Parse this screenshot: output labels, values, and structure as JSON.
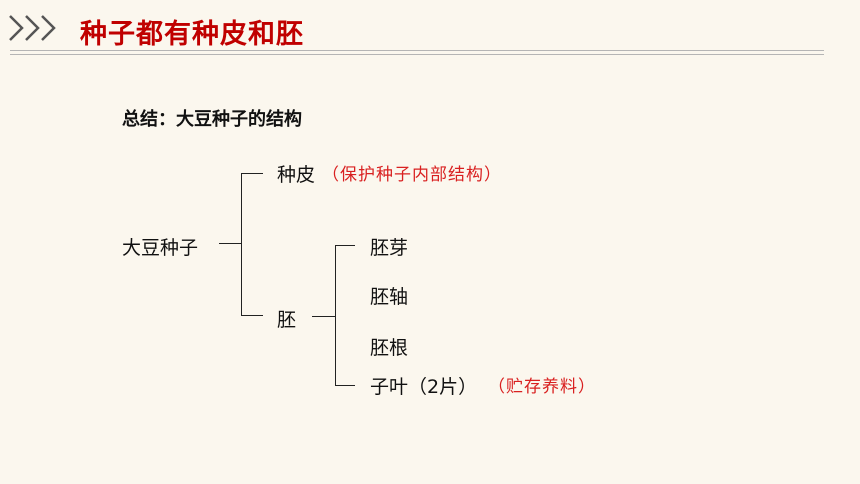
{
  "header": {
    "title": "种子都有种皮和胚",
    "icon": "triple-chevron-right-icon",
    "accent_color": "#c00000"
  },
  "summary": "总结：大豆种子的结构",
  "tree": {
    "root": "大豆种子",
    "seed_coat": "种皮",
    "seed_coat_note": "（保护种子内部结构）",
    "embryo": "胚",
    "plumule": "胚芽",
    "hypocotyl": "胚轴",
    "radicle": "胚根",
    "cotyledon": "子叶（2片）",
    "cotyledon_note": "（贮存养料）"
  },
  "colors": {
    "note": "#d92020",
    "background": "#fbf7ee"
  }
}
